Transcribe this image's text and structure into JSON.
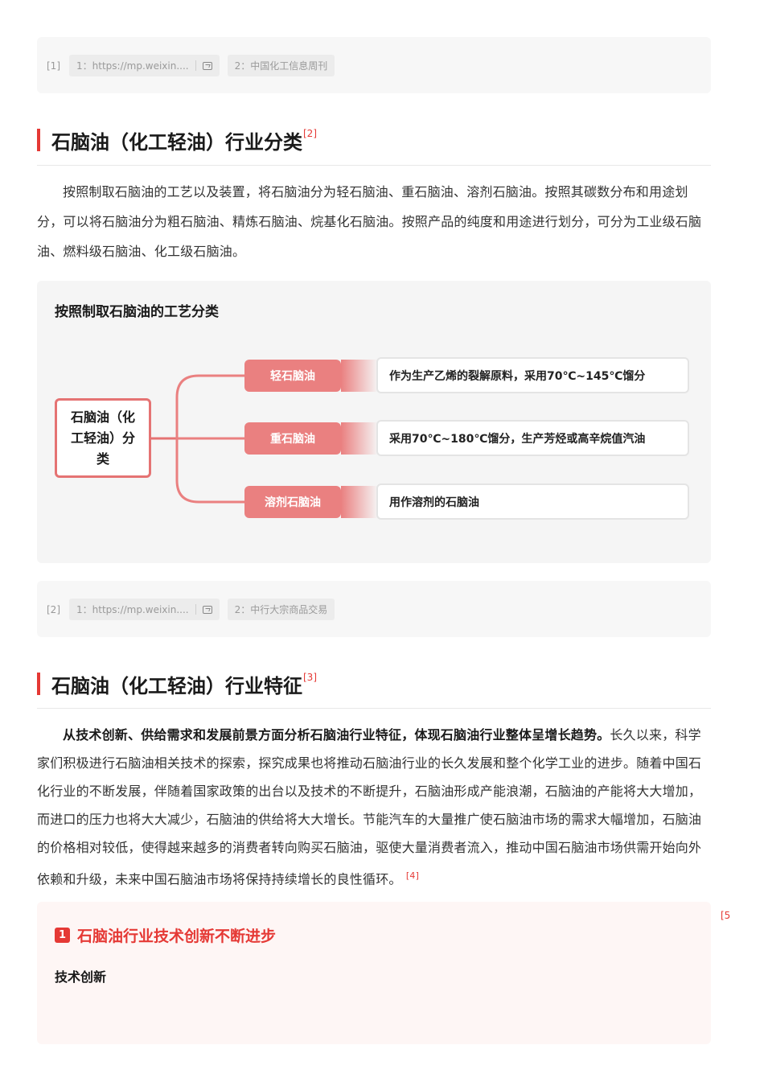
{
  "ref_block_1": {
    "num": "[1]",
    "items": [
      {
        "label": "1：https://mp.weixin...."
      },
      {
        "label": "2：中国化工信息周刊"
      }
    ]
  },
  "section_1": {
    "title": "石脑油（化工轻油）行业分类",
    "ref": "[2]",
    "paragraph": "按照制取石脑油的工艺以及装置，将石脑油分为轻石脑油、重石脑油、溶剂石脑油。按照其碳数分布和用途划分，可以将石脑油分为粗石脑油、精炼石脑油、烷基化石脑油。按照产品的纯度和用途进行划分，可分为工业级石脑油、燃料级石脑油、化工级石脑油。"
  },
  "diagram": {
    "title": "按照制取石脑油的工艺分类",
    "root": "石脑油（化工轻油）分类",
    "branches": [
      {
        "label": "轻石脑油",
        "desc": "作为生产乙烯的裂解原料，采用70℃~145℃馏分"
      },
      {
        "label": "重石脑油",
        "desc": "采用70℃~180℃馏分，生产芳烃或高辛烷值汽油"
      },
      {
        "label": "溶剂石脑油",
        "desc": "用作溶剂的石脑油"
      }
    ],
    "accent": "#ea8080"
  },
  "ref_block_2": {
    "num": "[2]",
    "items": [
      {
        "label": "1：https://mp.weixin...."
      },
      {
        "label": "2：中行大宗商品交易"
      }
    ]
  },
  "section_2": {
    "title": "石脑油（化工轻油）行业特征",
    "ref": "[3]",
    "bold_lead": "从技术创新、供给需求和发展前景方面分析石脑油行业特征，体现石脑油行业整体呈增长趋势。",
    "paragraph": "长久以来，科学家们积极进行石脑油相关技术的探索，探究成果也将推动石脑油行业的长久发展和整个化学工业的进步。随着中国石化行业的不断发展，伴随着国家政策的出台以及技术的不断提升，石脑油形成产能浪潮，石脑油的产能将大大增加，而进口的压力也将大大减少，石脑油的供给将大大增长。节能汽车的大量推广使石脑油市场的需求大幅增加，石脑油的价格相对较低，使得越来越多的消费者转向购买石脑油，驱使大量消费者流入，推动中国石脑油市场供需开始向外依赖和升级，未来中国石脑油市场将保持持续增长的良性循环。",
    "ref_end": "[4]"
  },
  "feature": {
    "num": "1",
    "title": "石脑油行业技术创新不断进步",
    "subtitle": "技术创新",
    "side_ref": "[5"
  },
  "colors": {
    "accent": "#e53935",
    "branch": "#ea8080",
    "root_border": "#e57373"
  }
}
